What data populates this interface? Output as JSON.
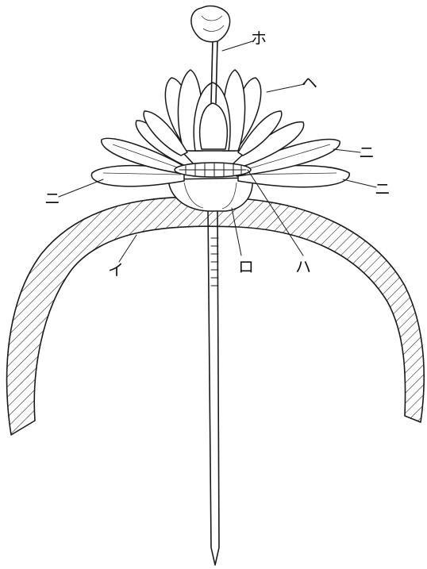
{
  "labels": {
    "i": "イ",
    "ro": "ロ",
    "ha": "ハ",
    "ni_left": "ニ",
    "ni_right_upper": "ニ",
    "ni_right_lower": "ニ",
    "ho": "ホ",
    "he": "ヘ"
  },
  "colors": {
    "ink": "#1a1a1a",
    "paper": "#ffffff"
  }
}
